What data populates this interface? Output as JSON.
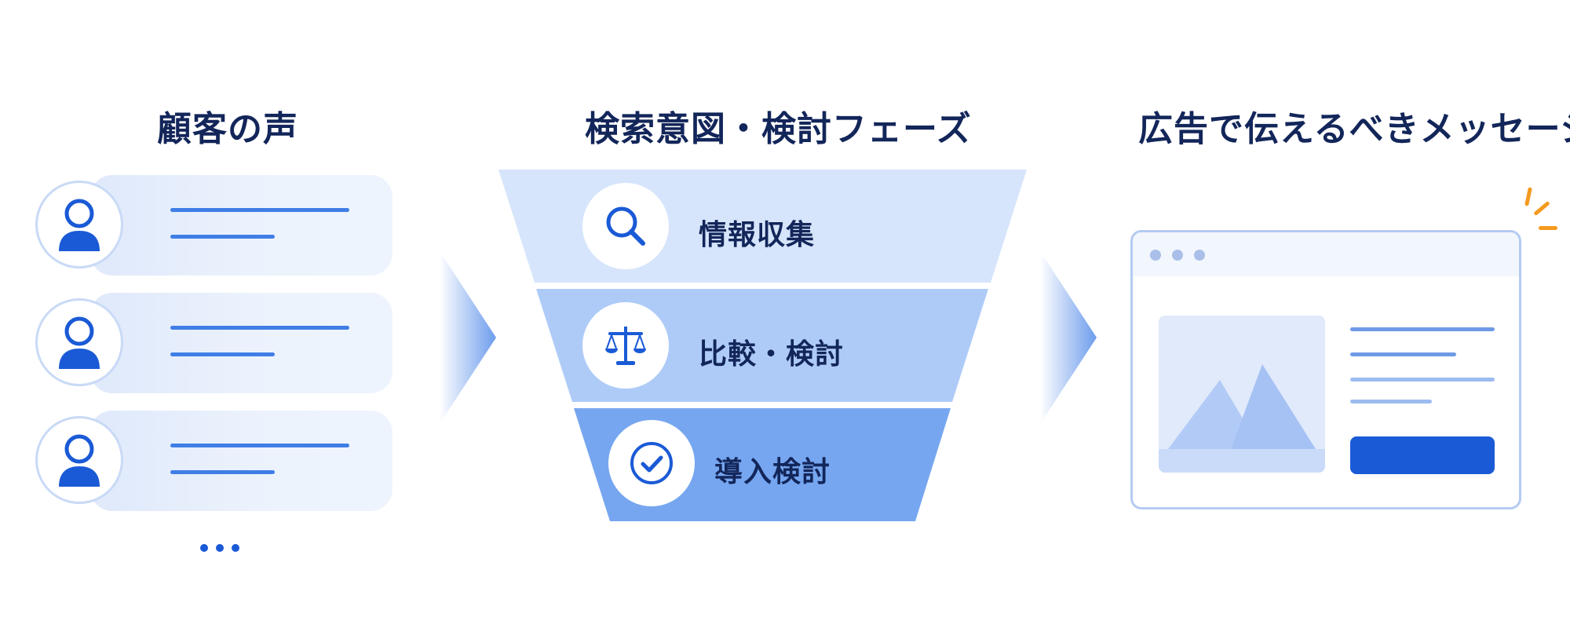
{
  "columns": {
    "voices": {
      "title": "顧客の声"
    },
    "phases": {
      "title": "検索意図・検討フェーズ",
      "stages": [
        {
          "label": "情報収集",
          "icon": "search-icon"
        },
        {
          "label": "比較・検討",
          "icon": "scales-icon"
        },
        {
          "label": "導入検討",
          "icon": "check-circle-icon"
        }
      ]
    },
    "message": {
      "title": "広告で伝えるべきメッセージ"
    }
  },
  "colors": {
    "title_text": "#13265a",
    "primary_blue": "#1a5ad6",
    "stage_1": "#d6e5fb",
    "stage_2": "#aecbf8",
    "stage_3": "#76a6f0",
    "accent_orange": "#f39a1e"
  }
}
